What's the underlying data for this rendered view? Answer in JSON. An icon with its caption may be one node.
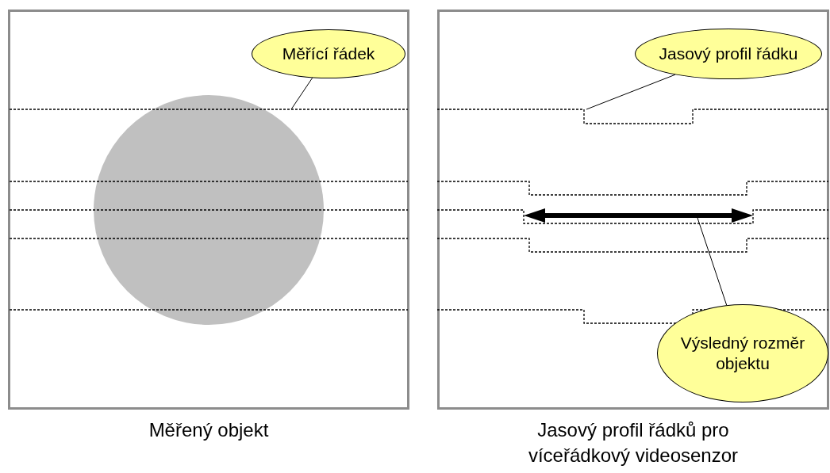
{
  "diagram": {
    "nodes": [
      {
        "text": [
          "Měřený objekt"
        ]
      },
      {
        "text": [
          "Jasový profil řádků pro víceřádkový videosenzor"
        ]
      },
      {
        "text": [
          "Měřící řádek"
        ],
        "in": 0
      },
      {
        "text": [],
        "shape": "line",
        "in": 0
      },
      {
        "text": [
          "Jasový profil řádku"
        ],
        "in": 1
      },
      {
        "text": [],
        "shape": "line",
        "in": 1
      },
      {
        "text": [
          "Výsledný rozměr objektu"
        ],
        "in": 1
      },
      {
        "text": [],
        "shape": "arrow",
        "in": 1
      },
      {
        "text": [],
        "shape": "circle",
        "in": 0
      }
    ],
    "edges": [
      {
        "from": 2,
        "to": 3,
        "arrow": "none"
      },
      {
        "from": 4,
        "to": 5,
        "arrow": "none"
      },
      {
        "from": 6,
        "to": 7,
        "arrow": "none"
      }
    ]
  }
}
